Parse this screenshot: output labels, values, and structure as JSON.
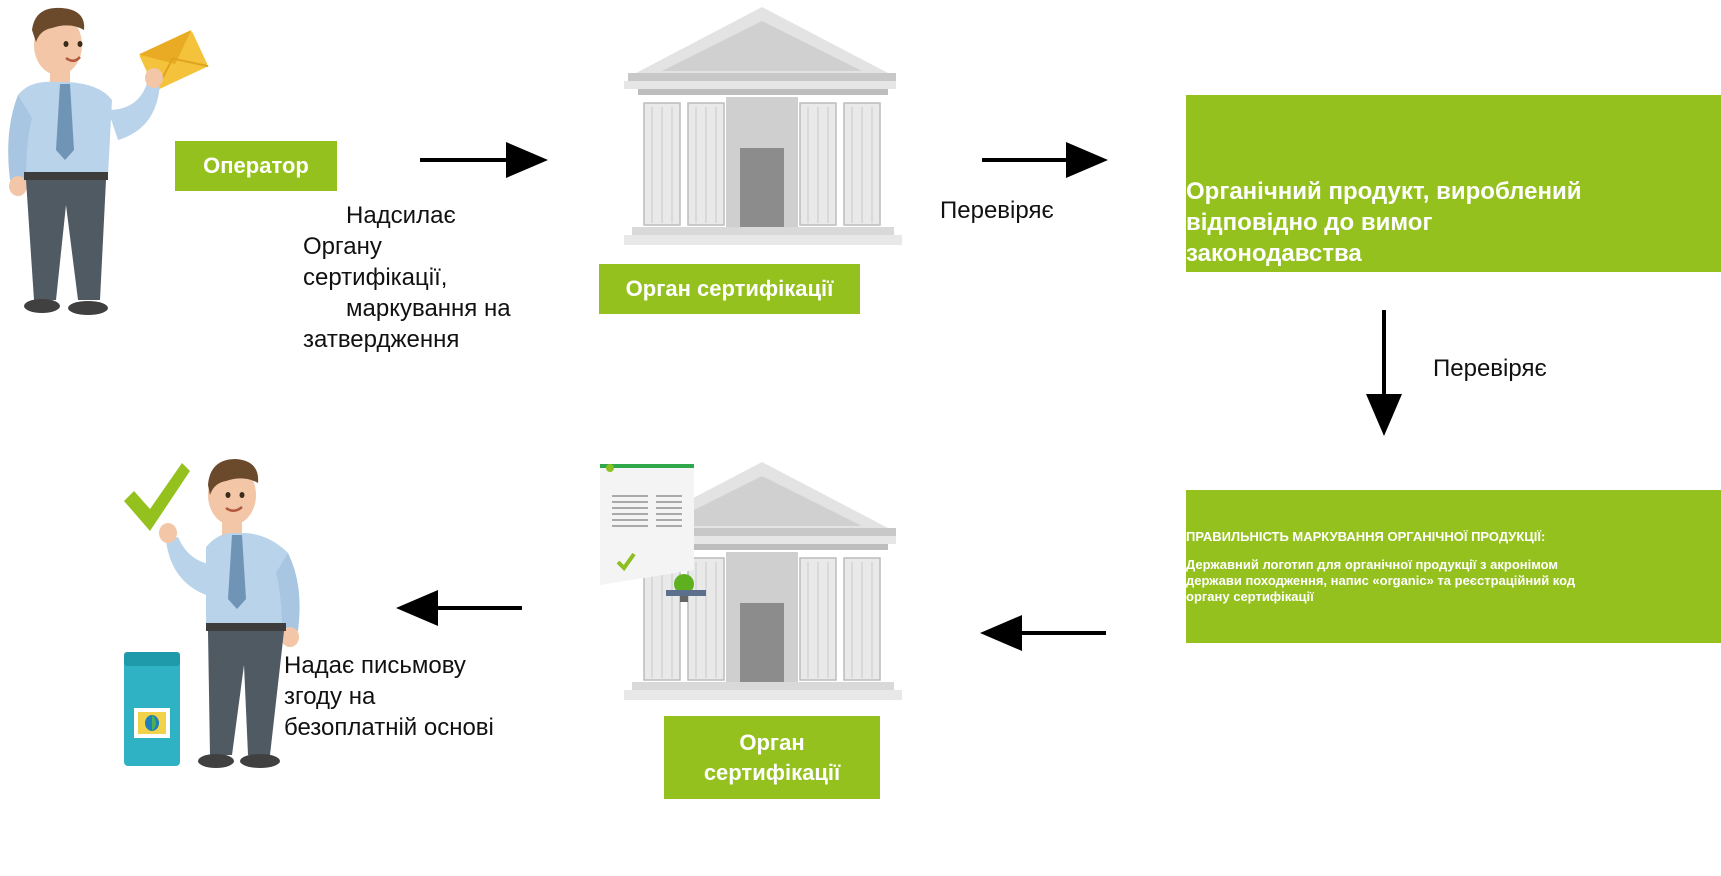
{
  "colors": {
    "green": "#95c11f",
    "arrow": "#000000",
    "building": "#d6d6d6",
    "building_dark": "#8c8c8c",
    "shirt": "#b9d3ea",
    "tie": "#6f94b5",
    "trousers": "#505a63",
    "envelope": "#f4c33b"
  },
  "labels": {
    "operator": "Оператор",
    "cert_body_top": "Орган сертифікації",
    "cert_body_bottom_1": "Орган",
    "cert_body_bottom_2": "сертифікації",
    "organic_product": "Органічний продукт, вироблений  відповідно до вимог законодавства"
  },
  "texts": {
    "sends": [
      "Надсилає",
      "Органу",
      "сертифікації,",
      "маркування на",
      "затвердження"
    ],
    "checks_1": "Перевіряє",
    "checks_2": "Перевіряє",
    "gives": [
      "Надає письмову",
      "згоду  на",
      "безоплатній основі"
    ]
  },
  "labeling": {
    "title": "ПРАВИЛЬНІСТЬ МАРКУВАННЯ  ОРГАНІЧНОЇ ПРОДУКЦІЇ:",
    "bullet": "",
    "item": "Державний логотип для органічної продукції з акронімом держави  походження, напис «organic» та  реєстраційний код органу сертифікації"
  },
  "icons": {
    "person_top": "businessman-envelope-icon",
    "person_bottom": "businessman-checkmark-icon",
    "building_top": "government-building-icon",
    "building_bottom": "government-building-document-icon",
    "package": "organic-package-icon"
  }
}
